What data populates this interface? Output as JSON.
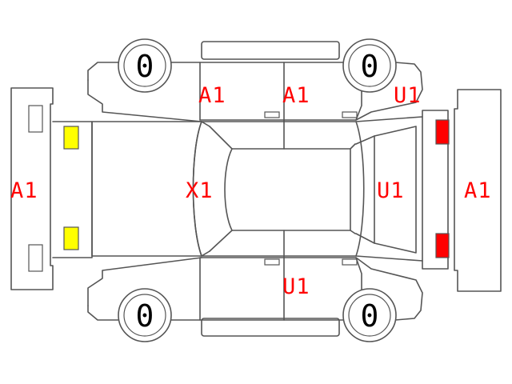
{
  "colors": {
    "label": "#ff0000",
    "outline": "#555555",
    "front_lamp": "#ffff00",
    "rear_lamp": "#ff0000"
  },
  "tires": {
    "front_left": "0",
    "rear_left": "0",
    "front_right": "0",
    "rear_right": "0"
  },
  "labels": {
    "front_bumper": "A1",
    "hood": "X1",
    "left_front_door": "A1",
    "left_rear_door": "A1",
    "left_rear_quarter": "U1",
    "roof_rear_glass": "U1",
    "right_doors": "U1",
    "rear_bumper": "A1"
  },
  "icons": {
    "front_lamps": "headlamp-marker",
    "rear_lamps": "tail-lamp-marker"
  }
}
